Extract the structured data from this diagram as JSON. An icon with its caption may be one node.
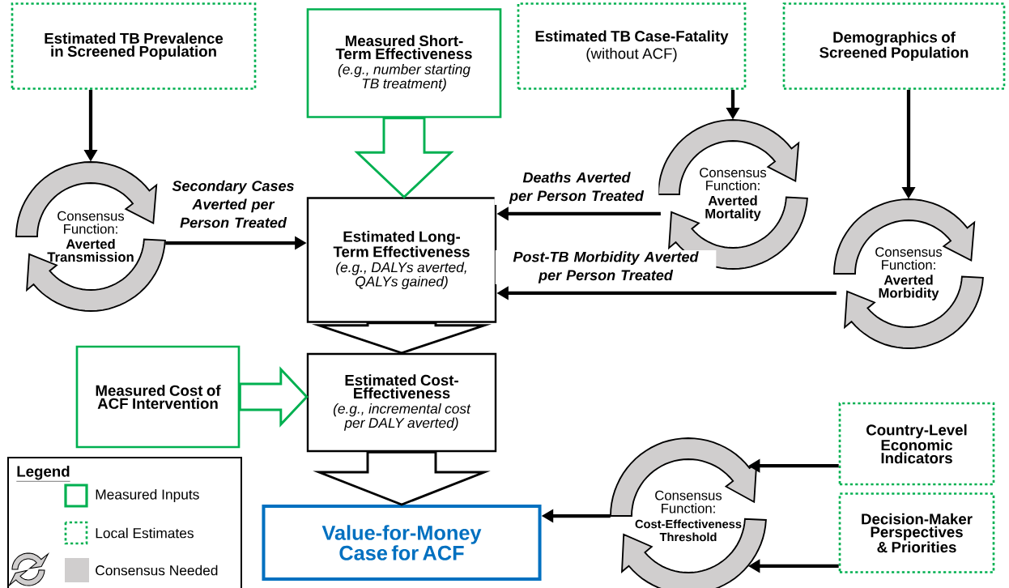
{
  "diagram": {
    "nodes": [
      {
        "text": [
          "Estimated TB Prevalence in Screened Population"
        ]
      },
      {
        "text": [
          "Measured Short-Term Effectiveness",
          "(e.g., number starting TB treatment)"
        ]
      },
      {
        "text": [
          "Estimated TB Case-Fatality",
          "(without ACF)"
        ]
      },
      {
        "text": [
          "Demographics of Screened Population"
        ]
      },
      {
        "text": [
          "Consensus Function:",
          "Averted Transmission"
        ]
      },
      {
        "text": [
          "Consensus Function:",
          "Averted Mortality"
        ]
      },
      {
        "text": [
          "Estimated Long-Term Effectiveness",
          "(e.g., DALYs averted, QALYs gained)"
        ]
      },
      {
        "text": [
          "Consensus Function:",
          "Averted Morbidity"
        ]
      },
      {
        "text": [
          "Measured Cost of ACF Intervention"
        ]
      },
      {
        "text": [
          "Estimated Cost-Effectiveness",
          "(e.g., incremental cost per DALY averted)"
        ]
      },
      {
        "text": [
          "Consensus Function:",
          "Cost-Effectiveness Threshold"
        ]
      },
      {
        "text": [
          "Country-Level Economic Indicators"
        ]
      },
      {
        "text": [
          "Decision-Maker Perspectives & Priorities"
        ]
      },
      {
        "text": [
          "Value-for-Money Case for ACF"
        ]
      }
    ],
    "edges": [
      {
        "from": 0,
        "to": 4,
        "arrow": "to"
      },
      {
        "from": 1,
        "to": 6,
        "arrow": "to",
        "style": "thick",
        "color": "#00b050"
      },
      {
        "from": 2,
        "to": 5,
        "arrow": "to"
      },
      {
        "from": 3,
        "to": 7,
        "arrow": "to"
      },
      {
        "from": 4,
        "to": 6,
        "arrow": "to",
        "label": "Secondary Cases Averted per Person Treated"
      },
      {
        "from": 5,
        "to": 6,
        "arrow": "to",
        "label": "Deaths Averted per Person Treated"
      },
      {
        "from": 7,
        "to": 6,
        "arrow": "to",
        "label": "Post-TB Morbidity Averted per Person Treated"
      },
      {
        "from": 6,
        "to": 9,
        "arrow": "to",
        "style": "thick"
      },
      {
        "from": 8,
        "to": 9,
        "arrow": "to",
        "style": "thick",
        "color": "#00b050"
      },
      {
        "from": 9,
        "to": 13,
        "arrow": "to",
        "style": "thick"
      },
      {
        "from": 11,
        "to": 10,
        "arrow": "to"
      },
      {
        "from": 12,
        "to": 10,
        "arrow": "to"
      },
      {
        "from": 10,
        "to": 13,
        "arrow": "to"
      }
    ],
    "labels": [
      "Legend"
    ],
    "legend": [
      {
        "text": "Measured Inputs"
      },
      {
        "text": "Local Estimates"
      },
      {
        "text": "Consensus Needed",
        "color": "#d0cece"
      }
    ]
  }
}
